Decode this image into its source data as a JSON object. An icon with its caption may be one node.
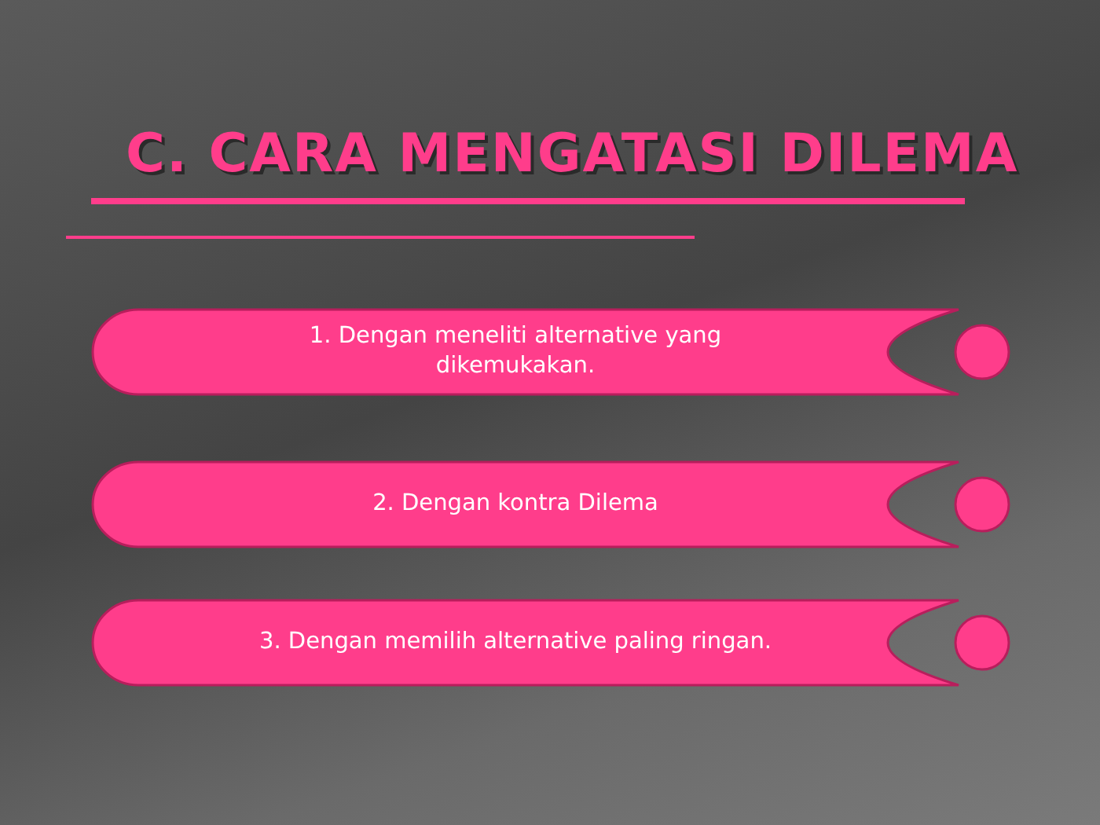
{
  "diagram": {
    "title": "C. CARA MENGATASI DILEMA",
    "nodes": [
      {
        "text": [
          "1. Dengan meneliti alternative yang dikemukakan."
        ]
      },
      {
        "text": [
          "2. Dengan kontra Dilema"
        ]
      },
      {
        "text": [
          "3. Dengan memilih alternative paling ringan."
        ]
      }
    ]
  }
}
